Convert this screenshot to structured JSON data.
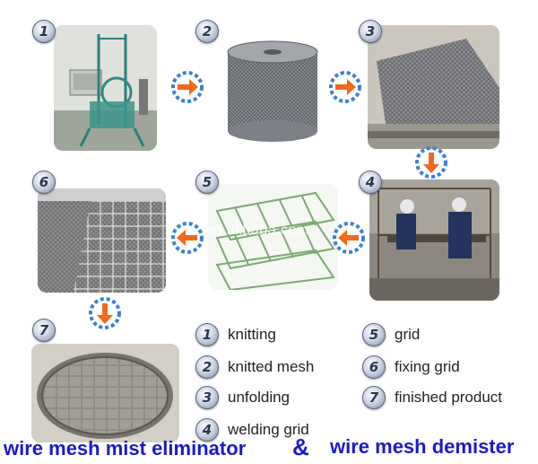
{
  "steps": [
    {
      "number": "1",
      "label": "knitting"
    },
    {
      "number": "2",
      "label": "knitted mesh"
    },
    {
      "number": "3",
      "label": "unfolding"
    },
    {
      "number": "4",
      "label": "welding grid"
    },
    {
      "number": "5",
      "label": "grid"
    },
    {
      "number": "6",
      "label": "fixing grid"
    },
    {
      "number": "7",
      "label": "finished product"
    }
  ],
  "watermark": "valor.en.alibaba.com",
  "footer": {
    "left": "wire mesh mist eliminator",
    "amp": "&",
    "right": "wire mesh demister"
  },
  "colors": {
    "footer_text": "#1a1acc",
    "arrow_orange": "#f06a1e",
    "gear_blue": "#3c7fd6"
  },
  "icons": {
    "arrow": "right-arrow-gear-icon",
    "badge": "number-badge-icon"
  }
}
